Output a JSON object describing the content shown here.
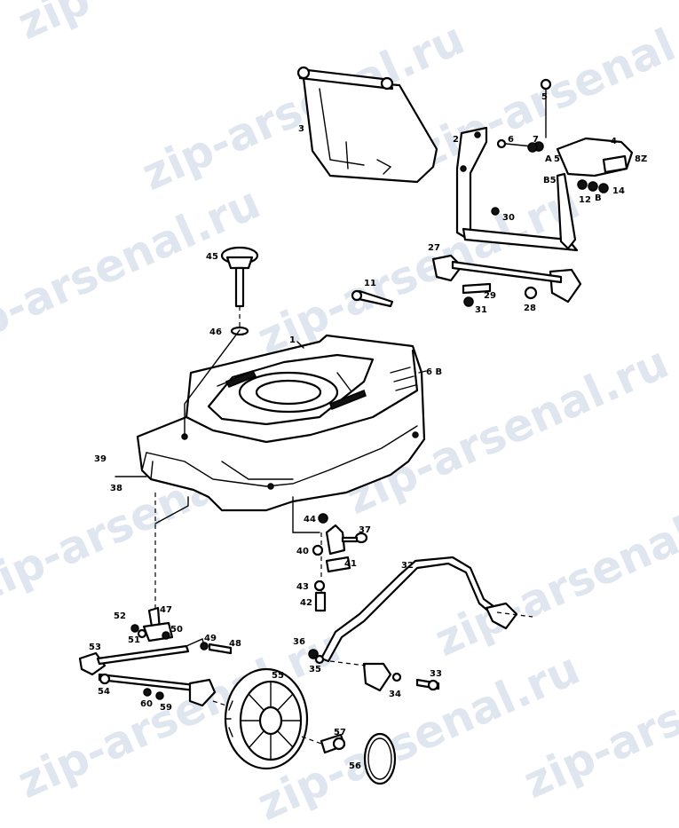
{
  "watermark": "zip-arsenal.ru",
  "labels": {
    "l1": "1",
    "l2": "2",
    "l3": "3",
    "l4": "4",
    "l5": "5",
    "l6": "6",
    "l6b": "6 B",
    "l7": "7",
    "lA": "A",
    "lA5": "5",
    "lB5": "B5",
    "lB": "B",
    "l8z": "8Z",
    "l12": "12",
    "l14": "14",
    "l11": "11",
    "l27": "27",
    "l28": "28",
    "l29": "29",
    "l30": "30",
    "l31": "31",
    "l32": "32",
    "l33": "33",
    "l34": "34",
    "l35": "35",
    "l36": "36",
    "l37": "37",
    "l38": "38",
    "l39": "39",
    "l40": "40",
    "l41": "41",
    "l42": "42",
    "l43": "43",
    "l44": "44",
    "l45": "45",
    "l46": "46",
    "l47": "47",
    "l48": "48",
    "l49": "49",
    "l50": "50",
    "l51": "51",
    "l52": "52",
    "l53": "53",
    "l54": "54",
    "l55": "55",
    "l56": "56",
    "l57": "57",
    "l59": "59",
    "l60": "60"
  }
}
